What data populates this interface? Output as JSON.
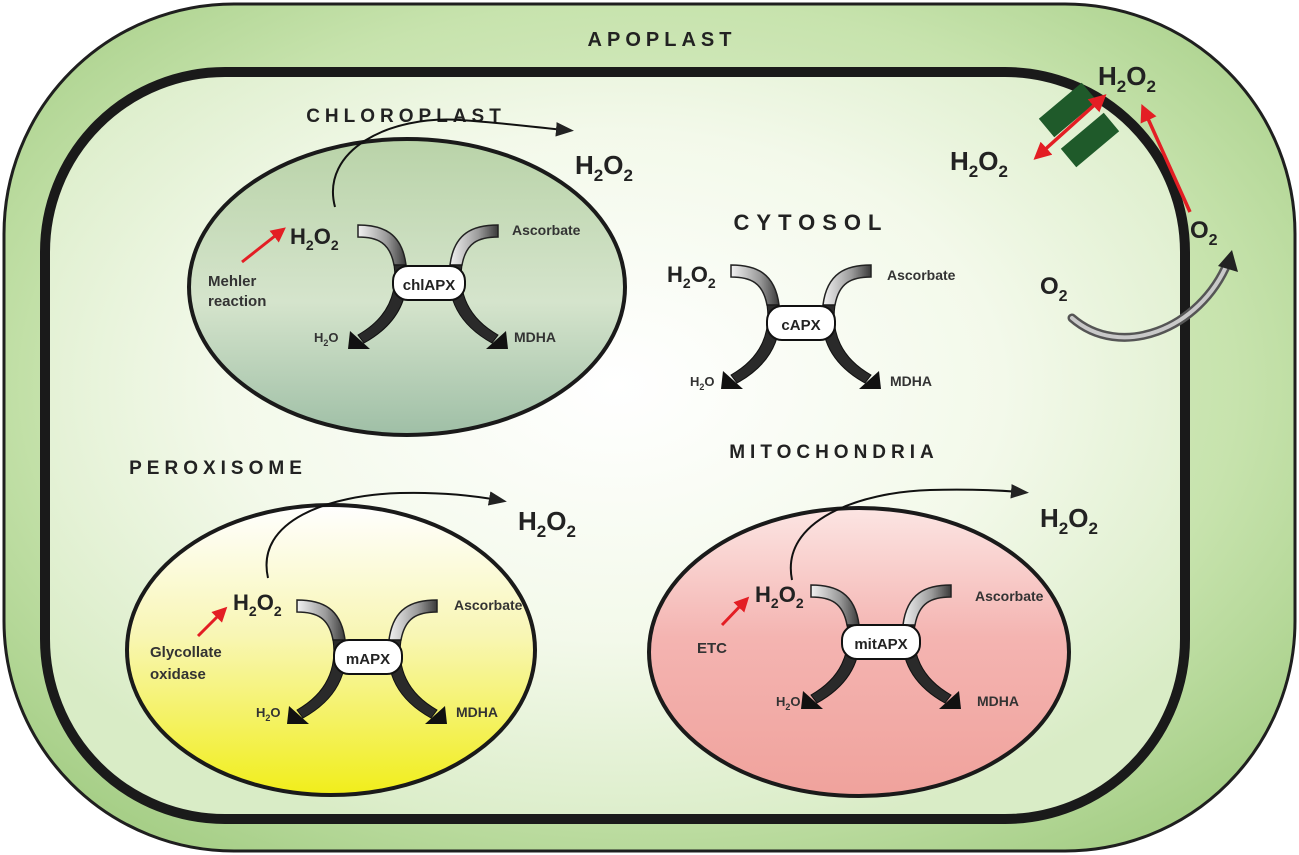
{
  "compartments": {
    "apoplast": "APOPLAST",
    "chloroplast": "CHLOROPLAST",
    "cytosol": "CYTOSOL",
    "peroxisome": "PEROXISOME",
    "mitochondria": "MITOCHONDRIA"
  },
  "species": {
    "h2o2_base": "H",
    "h2o2_sub1": "2",
    "h2o2_mid": "O",
    "h2o2_sub2": "2",
    "o2_base": "O",
    "o2_sub": "2",
    "water": "H",
    "water_sub": "2",
    "water_end": "O",
    "ascorbate": "Ascorbate",
    "mdha": "MDHA"
  },
  "enzymes": {
    "chloroplast": "chlAPX",
    "cytosol": "cAPX",
    "peroxisome": "mAPX",
    "mitochondria": "mitAPX"
  },
  "sources": {
    "chloroplast_line1": "Mehler",
    "chloroplast_line2": "reaction",
    "peroxisome_line1": "Glycollate",
    "peroxisome_line2": "oxidase",
    "mitochondria": "ETC"
  },
  "colors": {
    "apoplast_fill": "#a9d18e",
    "cytosol_fill": "#f4f9ee",
    "chloroplast_fill": "#c7dcc0",
    "peroxisome_fill": "#f0ef3a",
    "mitochondria_fill": "#f2a7a4",
    "channel": "#1f5a2a",
    "red_arrow": "#e31e24",
    "outline": "#1f1f1f"
  }
}
